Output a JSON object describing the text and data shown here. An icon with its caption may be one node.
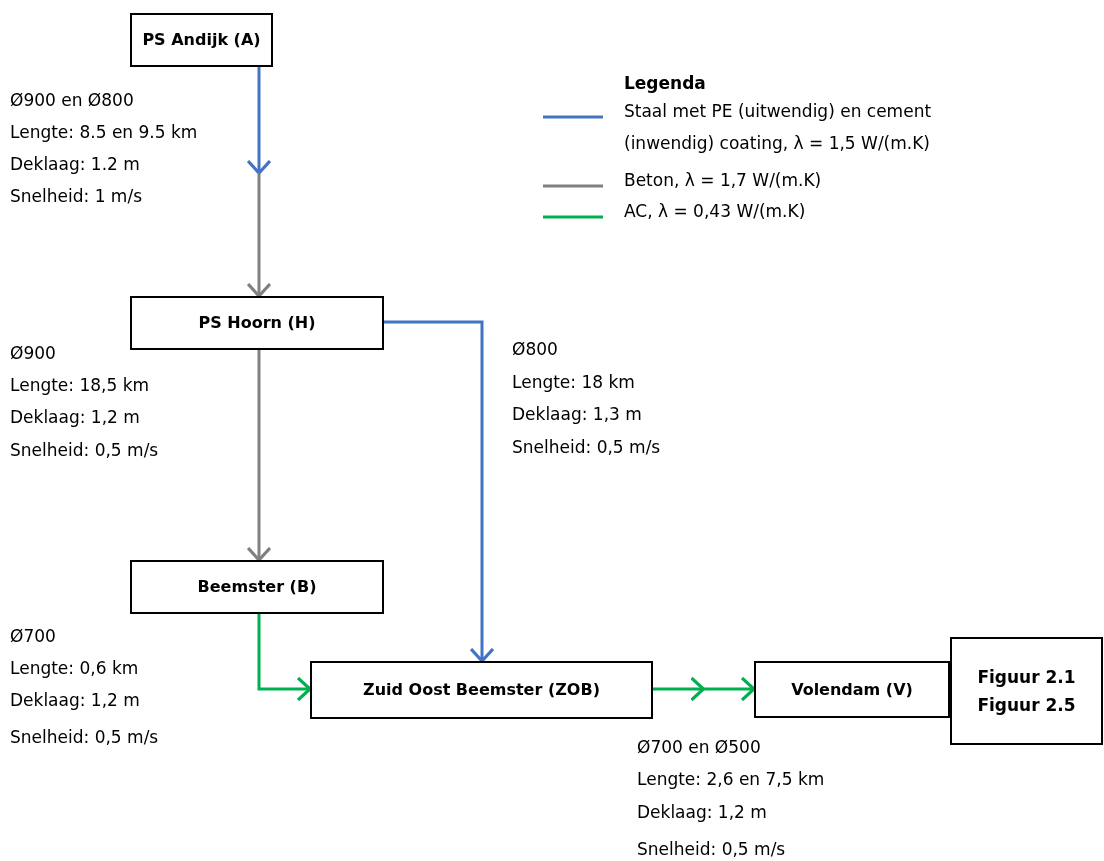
{
  "diagram": {
    "nodes": [
      {
        "text": [
          "PS Andijk (A)"
        ]
      },
      {
        "text": [
          "PS Hoorn (H)"
        ]
      },
      {
        "text": [
          "Beemster (B)"
        ]
      },
      {
        "text": [
          "Zuid Oost Beemster (ZOB)"
        ]
      },
      {
        "text": [
          "Volendam (V)"
        ]
      },
      {
        "text": [
          "Figuur 2.1",
          "Figuur 2.5"
        ]
      }
    ],
    "edges": [
      {
        "from": 0,
        "to": null,
        "arrow": "to",
        "color": "#4472c4"
      },
      {
        "from": null,
        "to": 1,
        "arrow": "to",
        "color": "#808080"
      },
      {
        "from": 1,
        "to": 3,
        "arrow": "to",
        "color": "#4472c4"
      },
      {
        "from": 1,
        "to": 2,
        "arrow": "to",
        "color": "#808080"
      },
      {
        "from": 2,
        "to": 3,
        "arrow": "to",
        "color": "#00b050"
      },
      {
        "from": 3,
        "to": 4,
        "arrow": "to",
        "color": "#00b050"
      }
    ],
    "labels": [
      "Ø900 en Ø800",
      "Lengte: 8.5 en 9.5 km",
      "Deklaag: 1.2 m",
      "Snelheid: 1 m/s",
      "Legenda",
      "Ø900",
      "Lengte: 18,5 km",
      "Deklaag: 1,2 m",
      "Snelheid: 0,5 m/s",
      "Ø800",
      "Lengte: 18 km",
      "Deklaag: 1,3 m",
      "Snelheid: 0,5 m/s",
      "Ø700",
      "Lengte: 0,6 km",
      "Deklaag: 1,2 m",
      "Snelheid: 0,5 m/s",
      "Ø700 en Ø500",
      "Lengte: 2,6 en 7,5 km",
      "Deklaag: 1,2 m",
      "Snelheid: 0,5 m/s"
    ],
    "legend": [
      {
        "text": "Staal met PE (uitwendig) en cement (inwendig) coating, λ = 1,5 W/(m.K)",
        "color": "#4472c4"
      },
      {
        "text": "Beton, λ = 1,7 W/(m.K)",
        "color": "#808080"
      },
      {
        "text": "AC, λ = 0,43 W/(m.K)",
        "color": "#00b050"
      }
    ]
  }
}
